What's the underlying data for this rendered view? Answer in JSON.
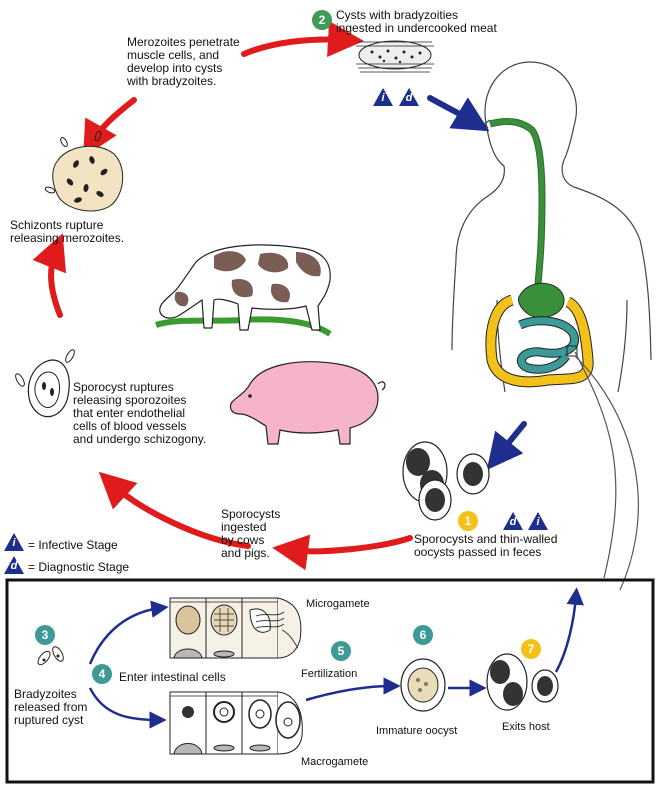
{
  "labels": {
    "step2": "Cysts with bradyzoities\ningested in undercooked meat",
    "merozoites_penetrate": "Merozoites penetrate\nmuscle cells, and\ndevelop into cysts\nwith bradyzoites.",
    "schizonts": "Schizonts rupture\nreleasing merozoites.",
    "sporocyst_ruptures": "Sporocyst ruptures\nreleasing sporozoites\nthat enter endothelial\ncells of blood vessels\nand undergo schizogony.",
    "sporocysts_ingested": "Sporocysts\ningested\nby cows\nand pigs.",
    "step1": "Sporocysts and thin-walled\noocysts passed in feces",
    "legend_infective": "= Infective Stage",
    "legend_diagnostic": "= Diagnostic Stage",
    "bradyzoites": "Bradyzoites\nreleased from\nruptured cyst",
    "enter_intestinal": "Enter intestinal cells",
    "microgamete": "Microgamete",
    "macrogamete": "Macrogamete",
    "fertilization": "Fertilization",
    "immature_oocyst": "Immature oocyst",
    "exits_host": "Exits host"
  },
  "steps": [
    "1",
    "2",
    "3",
    "4",
    "5",
    "6",
    "7"
  ],
  "icon_letters": {
    "infective": "i",
    "diagnostic": "d"
  },
  "colors": {
    "cycle_arrow": "#e01b1b",
    "blue_arrow": "#1f2d8f",
    "badge_green": "#3f9b57",
    "badge_teal": "#3e9a96",
    "badge_yellow": "#f3c118",
    "stage_icon": "#1c2f8c",
    "esophagus": "#3a8f3a",
    "stomach": "#3c9a98",
    "intestine": "#f2c21a",
    "pig": "#f5b4c8"
  }
}
